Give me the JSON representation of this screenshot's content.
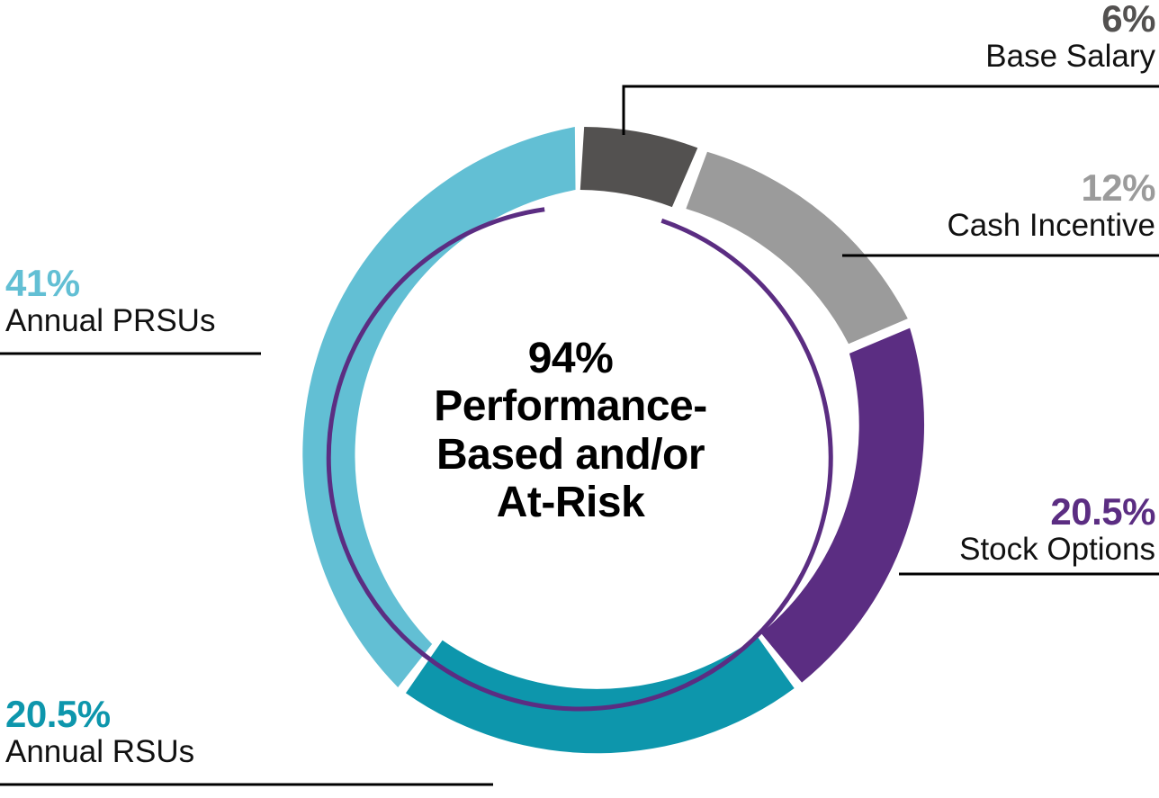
{
  "chart_data": {
    "type": "pie",
    "variant": "donut",
    "title": "",
    "center_label": {
      "value": "94%",
      "lines": [
        "94%",
        "Performance-",
        "Based and/or",
        "At-Risk"
      ],
      "text": "94% Performance-Based and/or At-Risk"
    },
    "start_angle_deg": 0,
    "direction": "clockwise",
    "units": "percent",
    "total": 100,
    "categories": [
      "Base Salary",
      "Cash Incentive",
      "Stock Options",
      "Annual RSUs",
      "Annual PRSUs"
    ],
    "values": [
      6,
      12,
      20.5,
      20.5,
      41
    ],
    "value_labels": [
      "6%",
      "12%",
      "20.5%",
      "20.5%",
      "41%"
    ],
    "colors": [
      "#535150",
      "#9B9B9B",
      "#5B2D82",
      "#0D96AC",
      "#62BFD4"
    ],
    "legend_position": "callouts",
    "grid": false,
    "at_risk_arc": {
      "color": "#5B2D82",
      "covers_percent": 94,
      "note": "thin inner arc spanning the performance-based and/or at-risk slices"
    },
    "slices": [
      {
        "id": "base-salary",
        "label": "Base Salary",
        "value": 6,
        "value_label": "6%",
        "color": "#535150",
        "at_risk": false
      },
      {
        "id": "cash-incentive",
        "label": "Cash Incentive",
        "value": 12,
        "value_label": "12%",
        "color": "#9B9B9B",
        "at_risk": true
      },
      {
        "id": "stock-options",
        "label": "Stock Options",
        "value": 20.5,
        "value_label": "20.5%",
        "color": "#5B2D82",
        "at_risk": true
      },
      {
        "id": "annual-rsus",
        "label": "Annual RSUs",
        "value": 20.5,
        "value_label": "20.5%",
        "color": "#0D96AC",
        "at_risk": true
      },
      {
        "id": "annual-prsus",
        "label": "Annual PRSUs",
        "value": 41,
        "value_label": "41%",
        "color": "#62BFD4",
        "at_risk": true
      }
    ]
  },
  "callouts": {
    "base_salary": {
      "pct": "6%",
      "label": "Base Salary",
      "pct_color": "#535150"
    },
    "cash_incentive": {
      "pct": "12%",
      "label": "Cash Incentive",
      "pct_color": "#9B9B9B"
    },
    "stock_options": {
      "pct": "20.5%",
      "label": "Stock Options",
      "pct_color": "#5B2D82"
    },
    "annual_prsus": {
      "pct": "41%",
      "label": "Annual PRSUs",
      "pct_color": "#62BFD4"
    },
    "annual_rsus": {
      "pct": "20.5%",
      "label": "Annual RSUs",
      "pct_color": "#0D96AC"
    }
  },
  "center": {
    "line1": "94%",
    "line2": "Performance-",
    "line3": "Based and/or",
    "line4": "At-Risk"
  }
}
